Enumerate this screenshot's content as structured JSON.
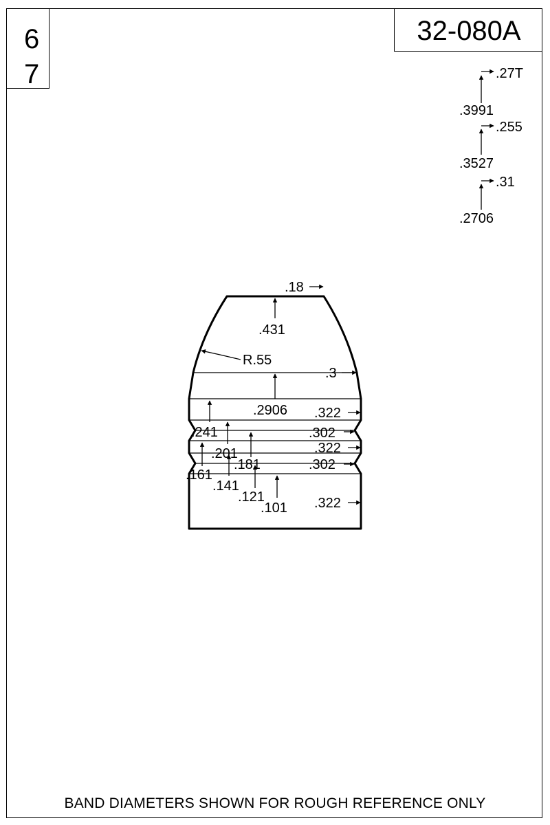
{
  "cavities": [
    "6",
    "7"
  ],
  "part_number": "32-080A",
  "footer_note": "BAND DIAMETERS SHOWN FOR ROUGH REFERENCE ONLY",
  "top_right_dims": [
    ".27T",
    ".3991",
    ".255",
    ".3527",
    ".31",
    ".2706"
  ],
  "bullet_dims": {
    "meplat": ".18",
    "nose_length": ".431",
    "radius": "R.55",
    "bore_riding_dia": ".3",
    "len_2906": ".2906",
    "band_1": ".322",
    "groove_1": ".302",
    "band_2": ".322",
    "groove_2": ".302",
    "band_3": ".322",
    "len_241": ".241",
    "len_201": ".201",
    "len_181": ".181",
    "len_161": ".161",
    "len_141": ".141",
    "len_121": ".121",
    "len_101": ".101"
  }
}
